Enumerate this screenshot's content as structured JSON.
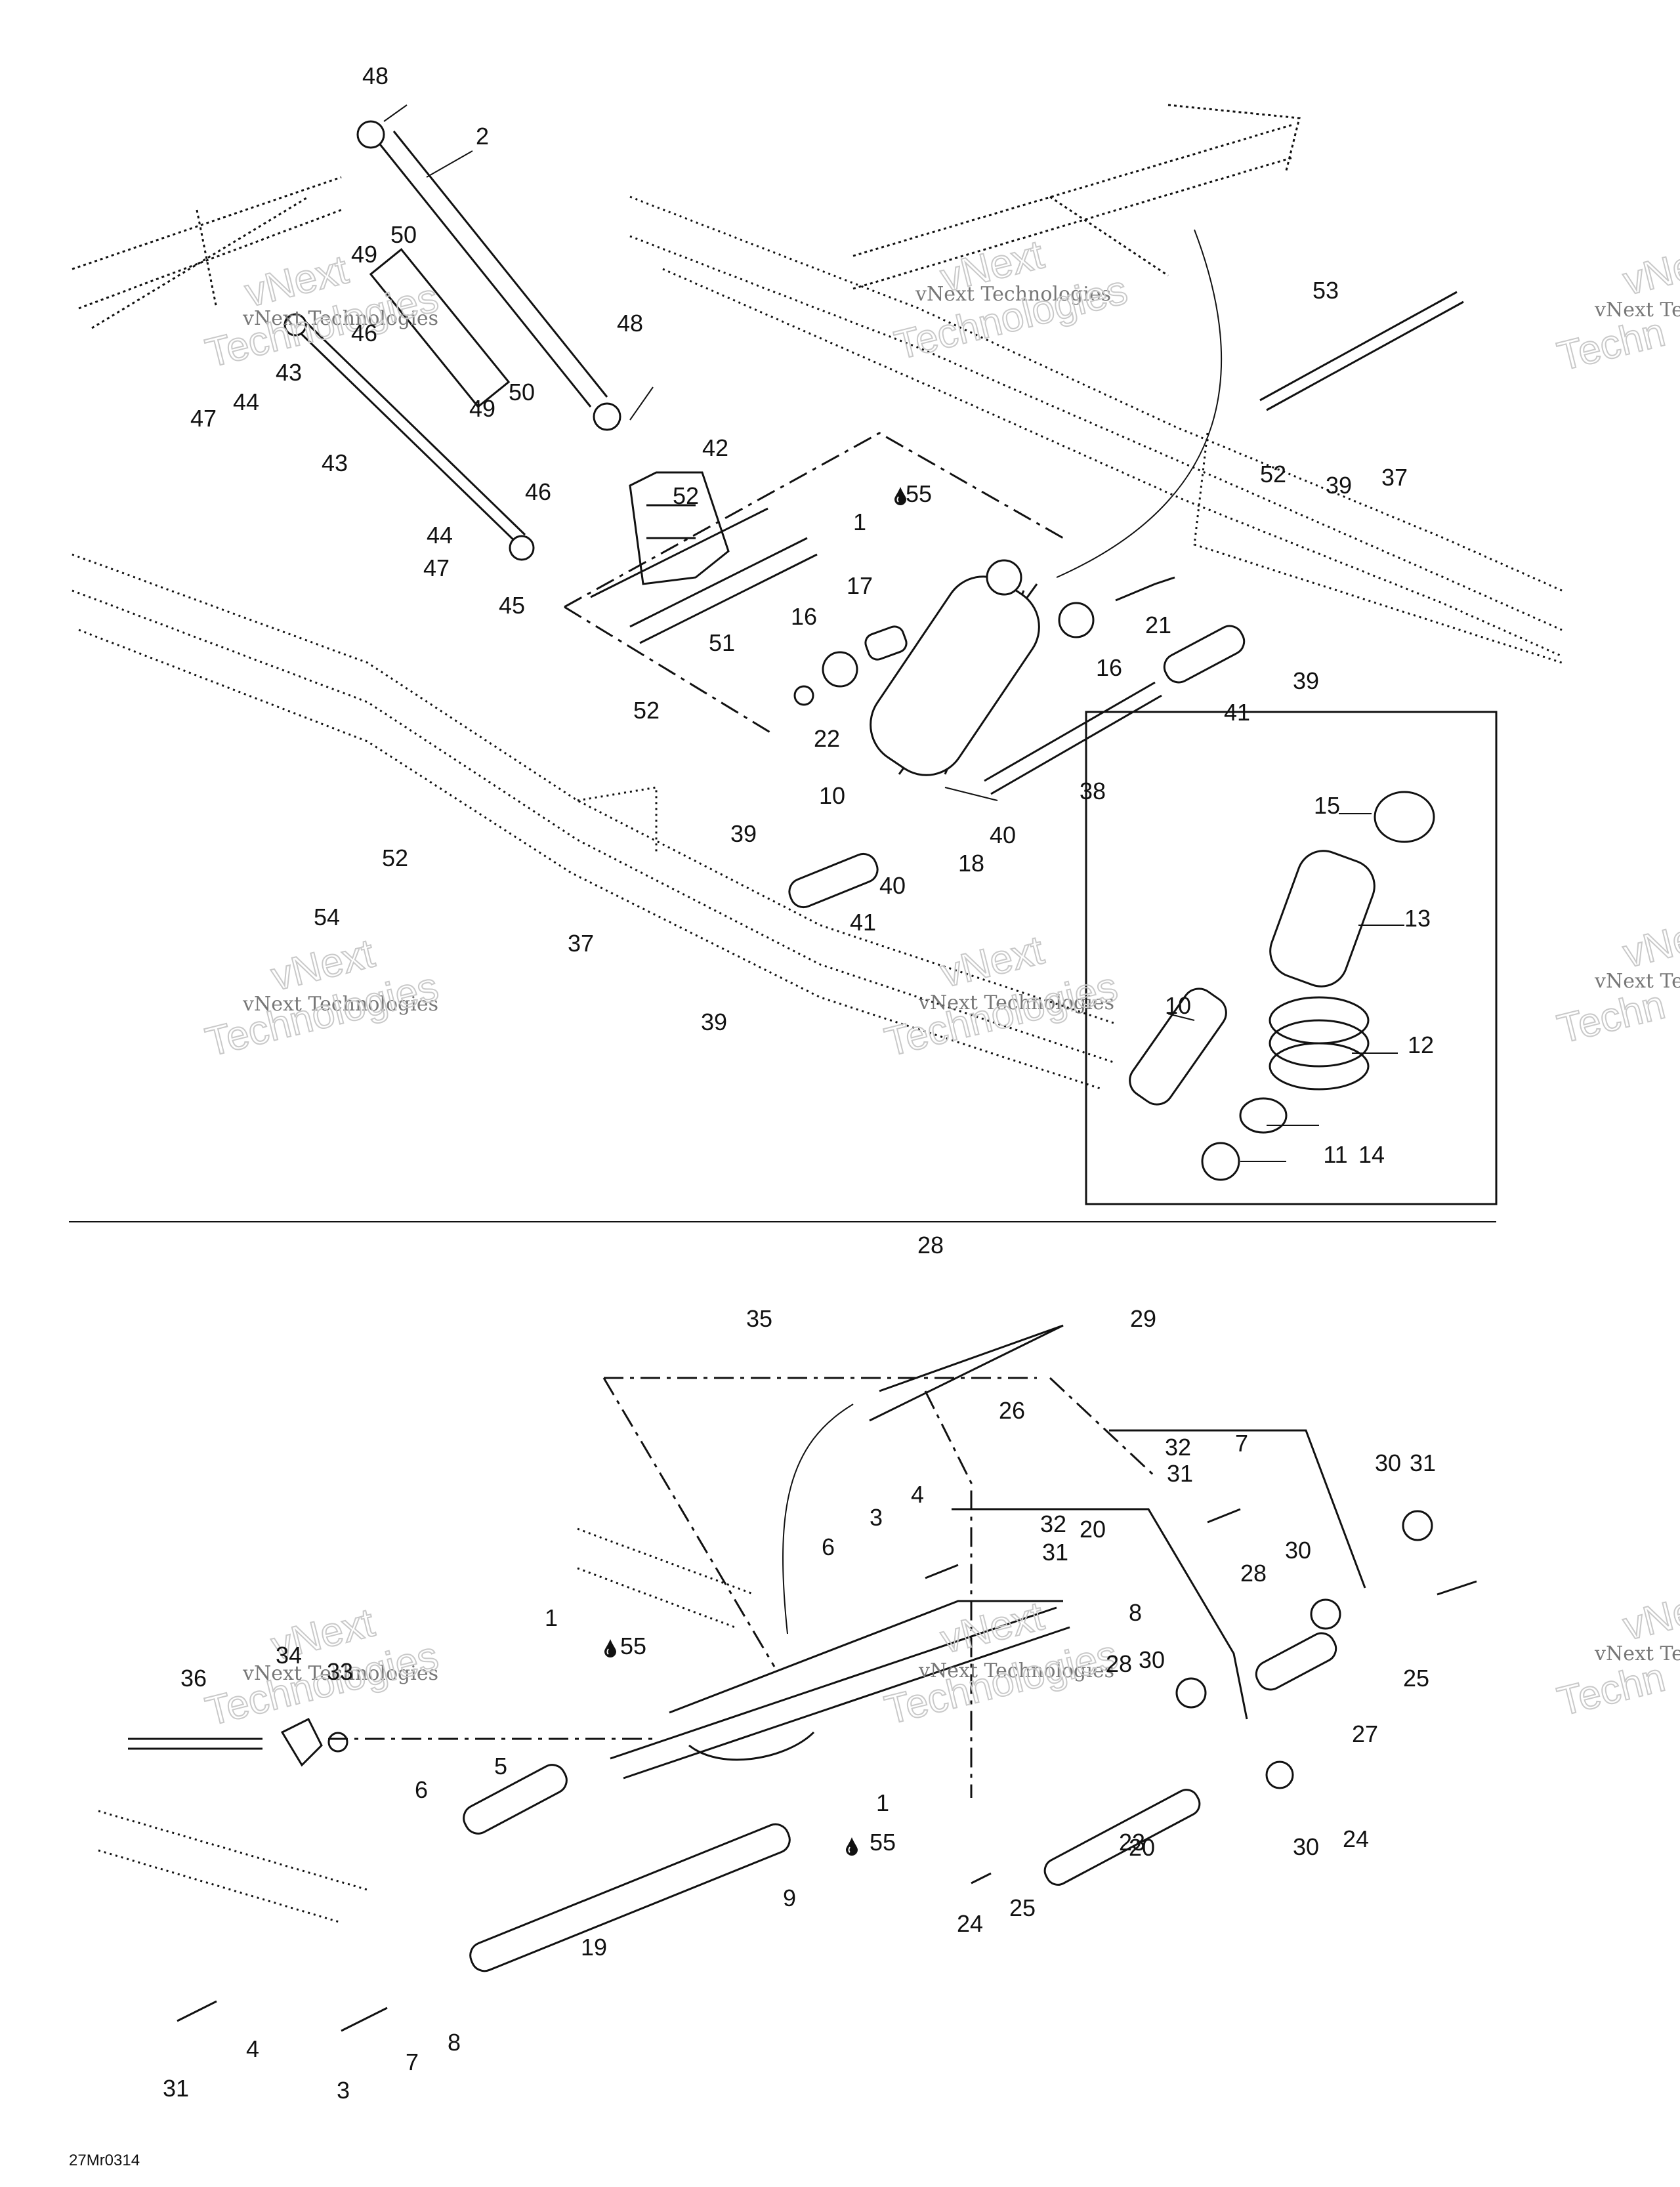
{
  "diagram": {
    "figure_code": "27Mr0314",
    "drip_icon": "oil-drop-icon",
    "watermark": {
      "line1": "vNext Technologies",
      "line2": "vNext",
      "line3": "Technologies",
      "edge1": "vNext Te",
      "edge2": "vNe",
      "edge3": "Techn"
    },
    "upper_callouts": [
      "48",
      "2",
      "50",
      "49",
      "46",
      "43",
      "44",
      "47",
      "43",
      "48",
      "50",
      "49",
      "42",
      "1",
      "55",
      "46",
      "44",
      "47",
      "45",
      "51",
      "52",
      "53",
      "52",
      "39",
      "37",
      "17",
      "16",
      "21",
      "16",
      "39",
      "22",
      "41",
      "52",
      "10",
      "38",
      "15",
      "40",
      "18",
      "40",
      "39",
      "41",
      "13",
      "52",
      "54",
      "37",
      "39",
      "10",
      "12",
      "14",
      "11"
    ],
    "lower_callouts": [
      "28",
      "29",
      "35",
      "26",
      "32",
      "31",
      "7",
      "32",
      "31",
      "3",
      "4",
      "6",
      "20",
      "8",
      "30",
      "31",
      "28",
      "30",
      "1",
      "55",
      "34",
      "33",
      "36",
      "28",
      "30",
      "25",
      "24",
      "27",
      "5",
      "6",
      "1",
      "55",
      "9",
      "19",
      "23",
      "25",
      "24",
      "30",
      "31",
      "4",
      "3",
      "7",
      "8",
      "20"
    ]
  }
}
